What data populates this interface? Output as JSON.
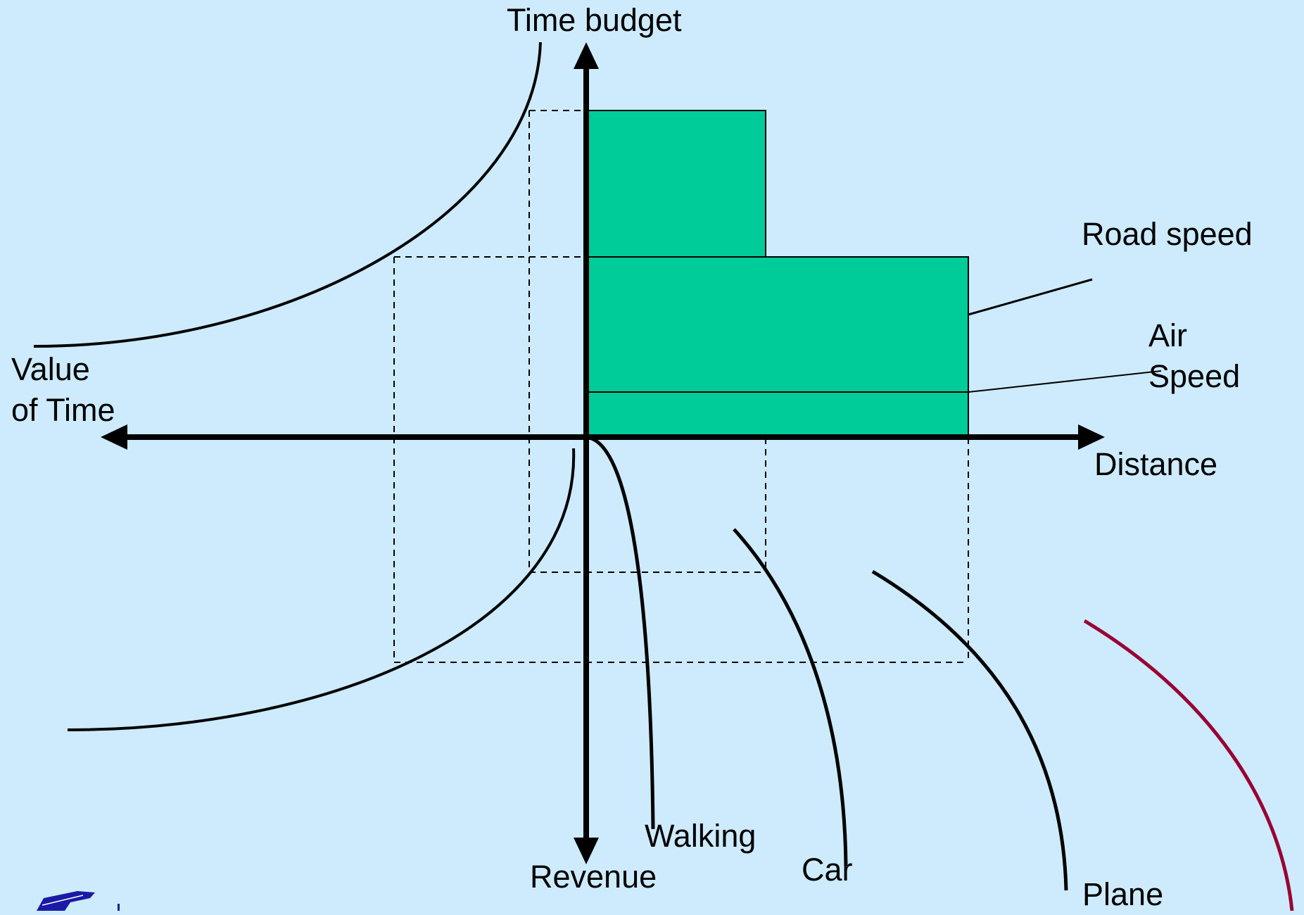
{
  "diagram": {
    "labels": {
      "time_budget": "Time budget",
      "value_of_time": "Value of Time",
      "road_speed": "Road speed",
      "air_speed": "Air Speed",
      "distance": "Distance",
      "revenue": "Revenue",
      "walking": "Walking",
      "car": "Car",
      "plane": "Plane"
    },
    "colors": {
      "background": "#cdebfd",
      "block_fill": "#00cc99",
      "axis": "#000000",
      "plane_curve_accent": "#990033"
    },
    "icons": [
      "logo-mark-icon"
    ]
  }
}
